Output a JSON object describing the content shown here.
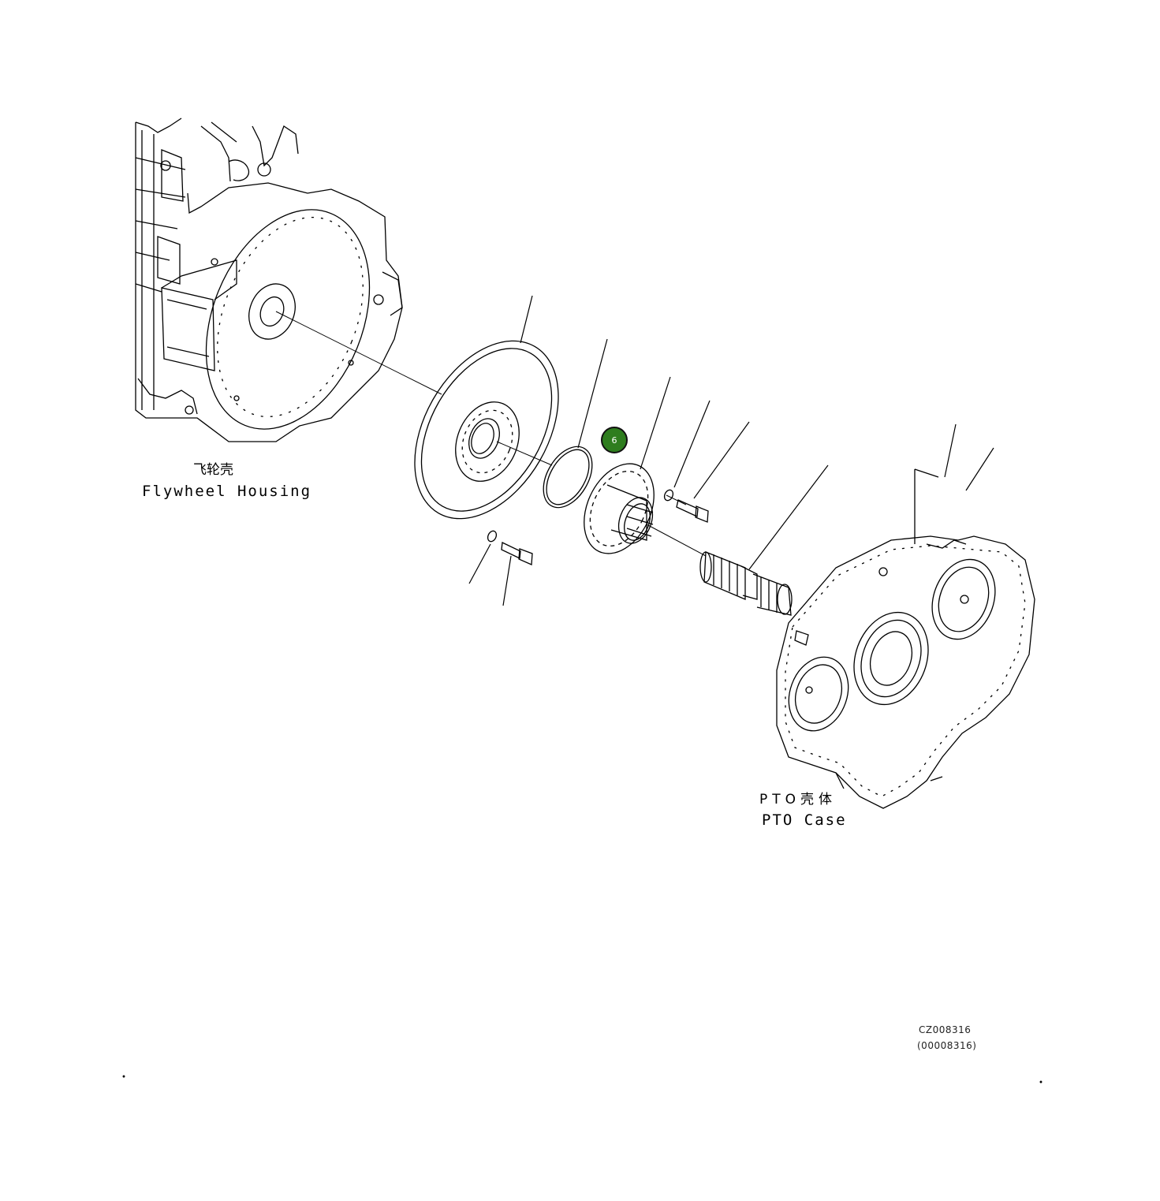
{
  "labels": {
    "flywheel_housing_cn": "飞轮壳",
    "flywheel_housing_en": "Flywheel Housing",
    "pto_case_cn": "PTO壳体",
    "pto_case_en": "PTO Case",
    "drawing_code": "CZ008316",
    "drawing_code_alt": "(00008316)"
  },
  "callouts": [
    {
      "number": "6",
      "color": "#2e7d1e"
    }
  ],
  "colors": {
    "line": "#000000",
    "background": "#ffffff",
    "callout_fill": "#2e7d1e"
  }
}
